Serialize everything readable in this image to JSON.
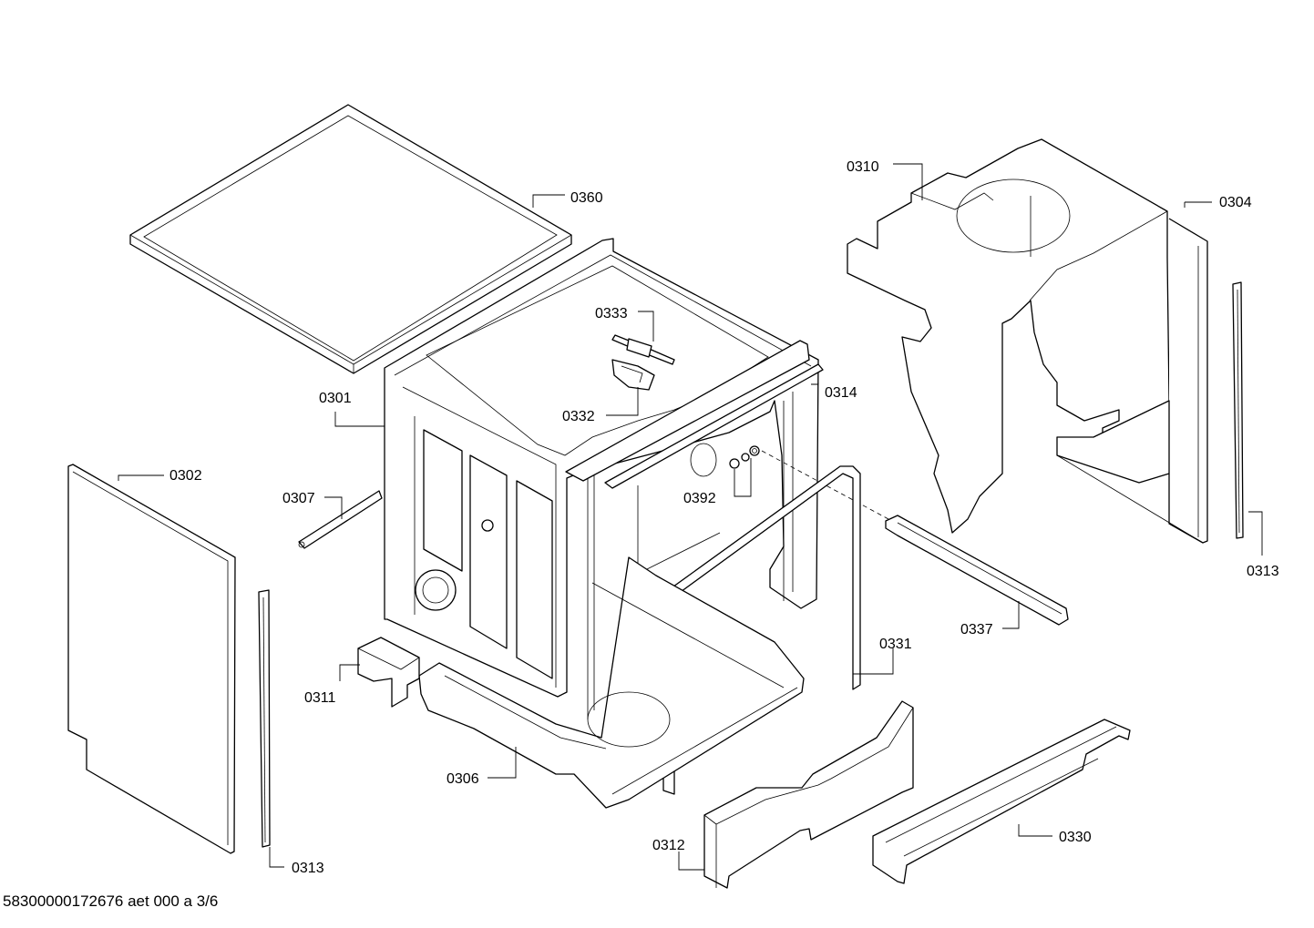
{
  "diagram": {
    "labels": {
      "p0360": "0360",
      "p0310": "0310",
      "p0304": "0304",
      "p0333": "0333",
      "p0332": "0332",
      "p0301": "0301",
      "p0314": "0314",
      "p0302": "0302",
      "p0307": "0307",
      "p0392": "0392",
      "p0313_right": "0313",
      "p0337": "0337",
      "p0331": "0331",
      "p0311": "0311",
      "p0306": "0306",
      "p0312": "0312",
      "p0330": "0330",
      "p0313_left": "0313"
    },
    "footer": "58300000172676 aet 000 a 3/6"
  }
}
